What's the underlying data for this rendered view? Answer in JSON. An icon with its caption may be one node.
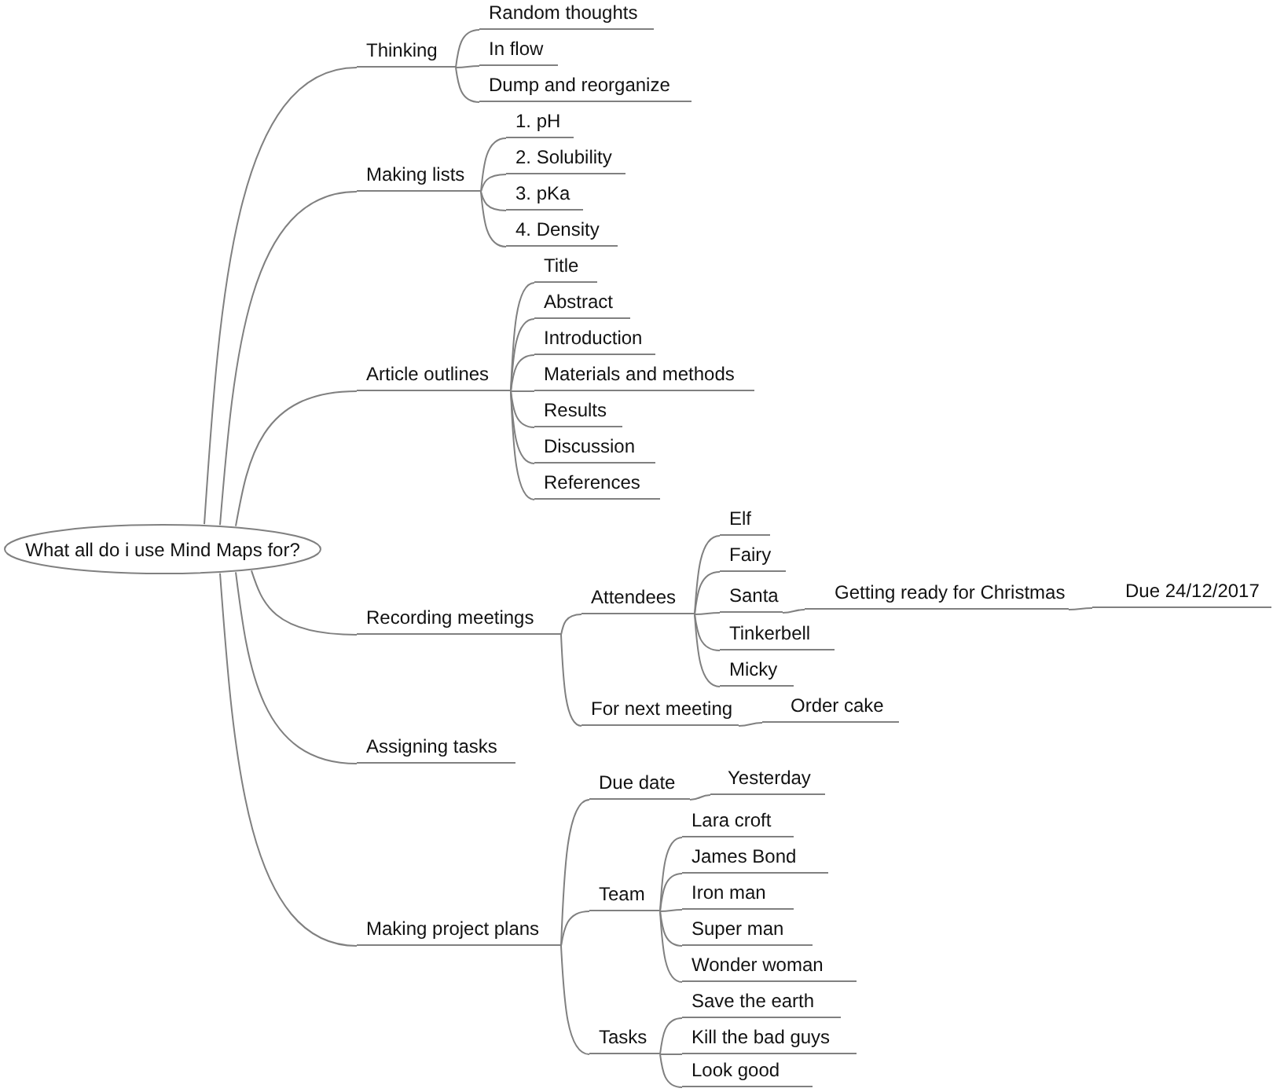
{
  "diagram": {
    "nodes": [
      {
        "text": [
          "What all do i use Mind Maps for?"
        ]
      },
      {
        "text": [
          "Thinking"
        ]
      },
      {
        "text": [
          "Random thoughts"
        ]
      },
      {
        "text": [
          "In flow"
        ]
      },
      {
        "text": [
          "Dump and reorganize"
        ]
      },
      {
        "text": [
          "Making lists"
        ]
      },
      {
        "text": [
          "1. pH"
        ]
      },
      {
        "text": [
          "2. Solubility"
        ]
      },
      {
        "text": [
          "3. pKa"
        ]
      },
      {
        "text": [
          "4. Density"
        ]
      },
      {
        "text": [
          "Article outlines"
        ]
      },
      {
        "text": [
          "Title"
        ]
      },
      {
        "text": [
          "Abstract"
        ]
      },
      {
        "text": [
          "Introduction"
        ]
      },
      {
        "text": [
          "Materials and methods"
        ]
      },
      {
        "text": [
          "Results"
        ]
      },
      {
        "text": [
          "Discussion"
        ]
      },
      {
        "text": [
          "References"
        ]
      },
      {
        "text": [
          "Recording meetings"
        ]
      },
      {
        "text": [
          "Attendees"
        ]
      },
      {
        "text": [
          "Elf"
        ]
      },
      {
        "text": [
          "Fairy"
        ]
      },
      {
        "text": [
          "Santa"
        ]
      },
      {
        "text": [
          "Getting ready for Christmas"
        ]
      },
      {
        "text": [
          "Due 24/12/2017"
        ]
      },
      {
        "text": [
          "Tinkerbell"
        ]
      },
      {
        "text": [
          "Micky"
        ]
      },
      {
        "text": [
          "For next meeting"
        ]
      },
      {
        "text": [
          "Order cake"
        ]
      },
      {
        "text": [
          "Assigning tasks"
        ]
      },
      {
        "text": [
          "Making project plans"
        ]
      },
      {
        "text": [
          "Due date"
        ]
      },
      {
        "text": [
          "Yesterday"
        ]
      },
      {
        "text": [
          "Team"
        ]
      },
      {
        "text": [
          "Lara croft"
        ]
      },
      {
        "text": [
          "James Bond"
        ]
      },
      {
        "text": [
          "Iron man"
        ]
      },
      {
        "text": [
          "Super man"
        ]
      },
      {
        "text": [
          "Wonder woman"
        ]
      },
      {
        "text": [
          "Tasks"
        ]
      },
      {
        "text": [
          "Save the earth"
        ]
      },
      {
        "text": [
          "Kill the bad guys"
        ]
      },
      {
        "text": [
          "Look good"
        ]
      }
    ],
    "edges": [
      {
        "from": 0,
        "to": 1,
        "arrow": "none"
      },
      {
        "from": 1,
        "to": 2,
        "arrow": "none"
      },
      {
        "from": 1,
        "to": 3,
        "arrow": "none"
      },
      {
        "from": 1,
        "to": 4,
        "arrow": "none"
      },
      {
        "from": 0,
        "to": 5,
        "arrow": "none"
      },
      {
        "from": 5,
        "to": 6,
        "arrow": "none"
      },
      {
        "from": 5,
        "to": 7,
        "arrow": "none"
      },
      {
        "from": 5,
        "to": 8,
        "arrow": "none"
      },
      {
        "from": 5,
        "to": 9,
        "arrow": "none"
      },
      {
        "from": 0,
        "to": 10,
        "arrow": "none"
      },
      {
        "from": 10,
        "to": 11,
        "arrow": "none"
      },
      {
        "from": 10,
        "to": 12,
        "arrow": "none"
      },
      {
        "from": 10,
        "to": 13,
        "arrow": "none"
      },
      {
        "from": 10,
        "to": 14,
        "arrow": "none"
      },
      {
        "from": 10,
        "to": 15,
        "arrow": "none"
      },
      {
        "from": 10,
        "to": 16,
        "arrow": "none"
      },
      {
        "from": 10,
        "to": 17,
        "arrow": "none"
      },
      {
        "from": 0,
        "to": 18,
        "arrow": "none"
      },
      {
        "from": 18,
        "to": 19,
        "arrow": "none"
      },
      {
        "from": 19,
        "to": 20,
        "arrow": "none"
      },
      {
        "from": 19,
        "to": 21,
        "arrow": "none"
      },
      {
        "from": 19,
        "to": 22,
        "arrow": "none"
      },
      {
        "from": 22,
        "to": 23,
        "arrow": "none"
      },
      {
        "from": 23,
        "to": 24,
        "arrow": "none"
      },
      {
        "from": 19,
        "to": 25,
        "arrow": "none"
      },
      {
        "from": 19,
        "to": 26,
        "arrow": "none"
      },
      {
        "from": 18,
        "to": 27,
        "arrow": "none"
      },
      {
        "from": 27,
        "to": 28,
        "arrow": "none"
      },
      {
        "from": 0,
        "to": 29,
        "arrow": "none"
      },
      {
        "from": 0,
        "to": 30,
        "arrow": "none"
      },
      {
        "from": 30,
        "to": 31,
        "arrow": "none"
      },
      {
        "from": 31,
        "to": 32,
        "arrow": "none"
      },
      {
        "from": 30,
        "to": 33,
        "arrow": "none"
      },
      {
        "from": 33,
        "to": 34,
        "arrow": "none"
      },
      {
        "from": 33,
        "to": 35,
        "arrow": "none"
      },
      {
        "from": 33,
        "to": 36,
        "arrow": "none"
      },
      {
        "from": 33,
        "to": 37,
        "arrow": "none"
      },
      {
        "from": 33,
        "to": 38,
        "arrow": "none"
      },
      {
        "from": 30,
        "to": 39,
        "arrow": "none"
      },
      {
        "from": 39,
        "to": 40,
        "arrow": "none"
      },
      {
        "from": 39,
        "to": 41,
        "arrow": "none"
      },
      {
        "from": 39,
        "to": 42,
        "arrow": "none"
      }
    ]
  }
}
